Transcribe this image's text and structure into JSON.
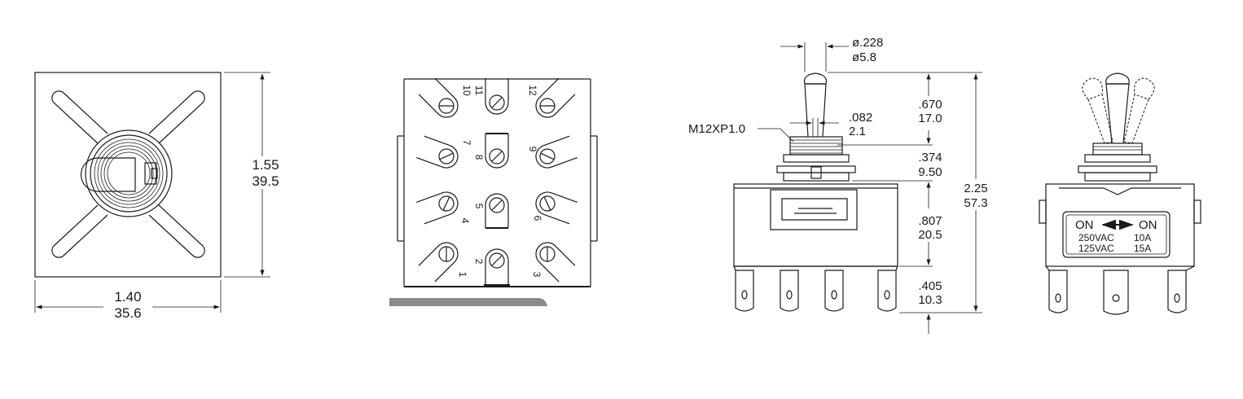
{
  "front_view": {
    "height_in": "1.55",
    "height_mm": "39.5",
    "width_in": "1.40",
    "width_mm": "35.6"
  },
  "rear_view": {
    "terminals": [
      "1",
      "2",
      "3",
      "4",
      "5",
      "6",
      "7",
      "8",
      "9",
      "10",
      "11",
      "12"
    ]
  },
  "side_view": {
    "lever_dia_in": "ø.228",
    "lever_dia_mm": "ø5.8",
    "thread_label": "M12XP1.0",
    "flat_in": ".082",
    "flat_mm": "2.1",
    "lever_len_in": ".670",
    "lever_len_mm": "17.0",
    "bushing_in": ".374",
    "bushing_mm": "9.50",
    "body_in": ".807",
    "body_mm": "20.5",
    "tab_in": ".405",
    "tab_mm": "10.3",
    "overall_in": "2.25",
    "overall_mm": "57.3"
  },
  "end_view": {
    "on_left": "ON",
    "on_right": "ON",
    "rating_1_voltage": "250VAC",
    "rating_1_current": "10A",
    "rating_2_voltage": "125VAC",
    "rating_2_current": "15A"
  }
}
